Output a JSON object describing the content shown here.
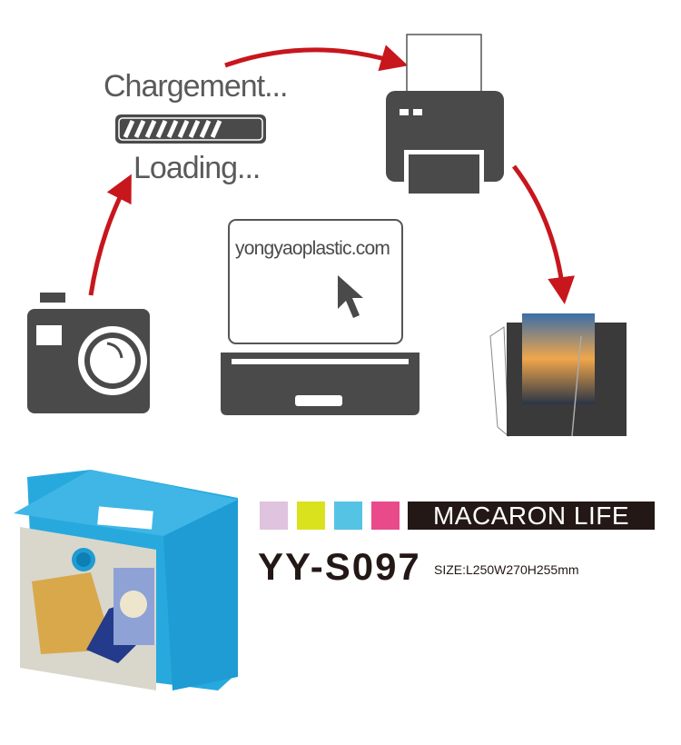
{
  "loading": {
    "title_fr": "Chargement...",
    "title_en": "Loading...",
    "progress_percent": 70
  },
  "laptop": {
    "url": "yongyaoplastic.com"
  },
  "product": {
    "series": "MACARON LIFE",
    "model": "YY-S097",
    "size": "SIZE:L250W270H255mm",
    "swatches": [
      "#dfc3df",
      "#d9e21c",
      "#55c3e4",
      "#e94a8a"
    ]
  },
  "colors": {
    "arrow": "#c8161d",
    "icon": "#4a4a4a"
  }
}
